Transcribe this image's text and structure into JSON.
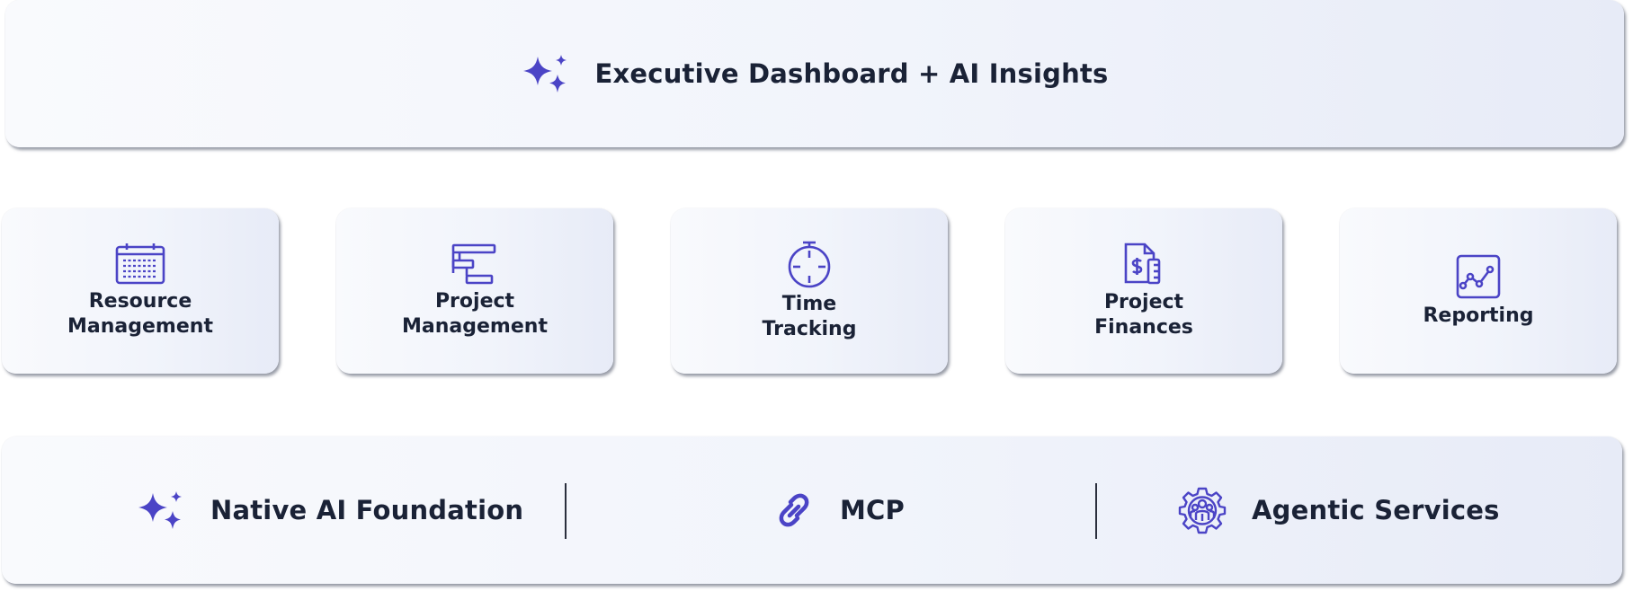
{
  "top": {
    "icon": "sparkles-icon",
    "label": "Executive Dashboard + AI Insights"
  },
  "modules": [
    {
      "icon": "calendar-icon",
      "lines": [
        "Resource",
        "Management"
      ]
    },
    {
      "icon": "gantt-chart-icon",
      "lines": [
        "Project",
        "Management"
      ]
    },
    {
      "icon": "stopwatch-icon",
      "lines": [
        "Time",
        "Tracking"
      ]
    },
    {
      "icon": "finance-document-icon",
      "lines": [
        "Project",
        "Finances"
      ]
    },
    {
      "icon": "line-chart-icon",
      "lines": [
        "Reporting"
      ]
    }
  ],
  "foundation": [
    {
      "icon": "sparkles-icon",
      "label": "Native AI Foundation"
    },
    {
      "icon": "link-icon",
      "label": "MCP"
    },
    {
      "icon": "gear-people-icon",
      "label": "Agentic Services"
    }
  ],
  "colors": {
    "accent": "#4b44c6",
    "text": "#1a2236"
  }
}
